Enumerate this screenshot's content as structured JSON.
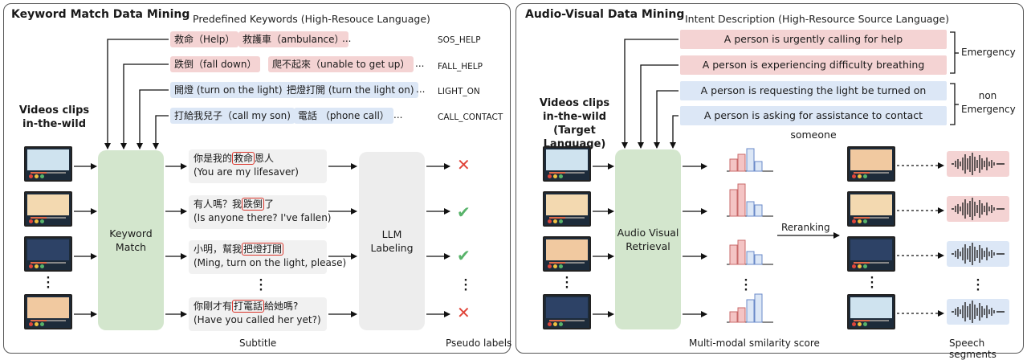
{
  "left_panel": {
    "title": "Keyword Match Data Mining",
    "subtitle": "Predefined Keywords (High-Resouce Language)",
    "videos_label_1": "Videos clips",
    "videos_label_2": "in-the-wild",
    "keyword_rows": [
      {
        "chips": [
          "救命（Help）",
          "救護車（ambulance）"
        ],
        "ellipsis": "...",
        "tag": "SOS_HELP",
        "color": "pink"
      },
      {
        "chips": [
          "跌倒（fall down）",
          "爬不起來（unable to get up）"
        ],
        "ellipsis": "...",
        "tag": "FALL_HELP",
        "color": "pink"
      },
      {
        "chips": [
          "開燈 (turn on the light)",
          "把燈打開 (turn the light on)"
        ],
        "ellipsis": "...",
        "tag": "LIGHT_ON",
        "color": "blue"
      },
      {
        "chips": [
          "打給我兒子（call my son)",
          "電話 （phone call）"
        ],
        "ellipsis": "...",
        "tag": "CALL_CONTACT",
        "color": "blue"
      }
    ],
    "keyword_match": {
      "line1": "Keyword",
      "line2": "Match"
    },
    "subtitles": [
      {
        "pre": "你是我的",
        "kw": "救命",
        "post": "恩人",
        "en": "(You are my lifesaver)"
      },
      {
        "pre": "有人嗎？我",
        "kw": "跌倒",
        "post": "了",
        "en": "(Is anyone there? I've fallen)"
      },
      {
        "pre": "小明，幫我",
        "kw": "把燈打開",
        "post": "",
        "en": "(Ming, turn on the light, please)"
      },
      {
        "pre": "你剛才有",
        "kw": "打電話",
        "post": "給她嗎?",
        "en": "(Have you called her yet?)"
      }
    ],
    "llm": {
      "line1": "LLM",
      "line2": "Labeling"
    },
    "labels": [
      "x",
      "check",
      "check",
      "x"
    ],
    "caption_subtitle": "Subtitle",
    "caption_pseudo": "Pseudo labels"
  },
  "right_panel": {
    "title": "Audio-Visual Data Mining",
    "subtitle": "Intent Description (High-Resource Source Language)",
    "videos_label_1": "Videos clips",
    "videos_label_2": "in-the-wild",
    "videos_label_3": "(Target Language)",
    "intents": [
      {
        "text": "A person is urgently calling for help",
        "color": "pink"
      },
      {
        "text": "A person is experiencing difficulty breathing",
        "color": "pink"
      },
      {
        "text": "A person is requesting the light be turned on",
        "color": "blue"
      },
      {
        "text": "A person is asking for assistance to contact someone",
        "color": "blue"
      }
    ],
    "emergency": "Emergency",
    "non_emergency_1": "non",
    "non_emergency_2": "Emergency",
    "retrieval": {
      "line1": "Audio Visual",
      "line2": "Retrieval"
    },
    "reranking": "Reranking",
    "caption_score": "Multi-modal smilarity score",
    "caption_speech": "Speech segments"
  },
  "colors": {
    "pink": "#f4d3d3",
    "blue": "#dce7f6",
    "green": "#d3e6cd",
    "red": "#e0453a",
    "check": "#58b36a"
  }
}
